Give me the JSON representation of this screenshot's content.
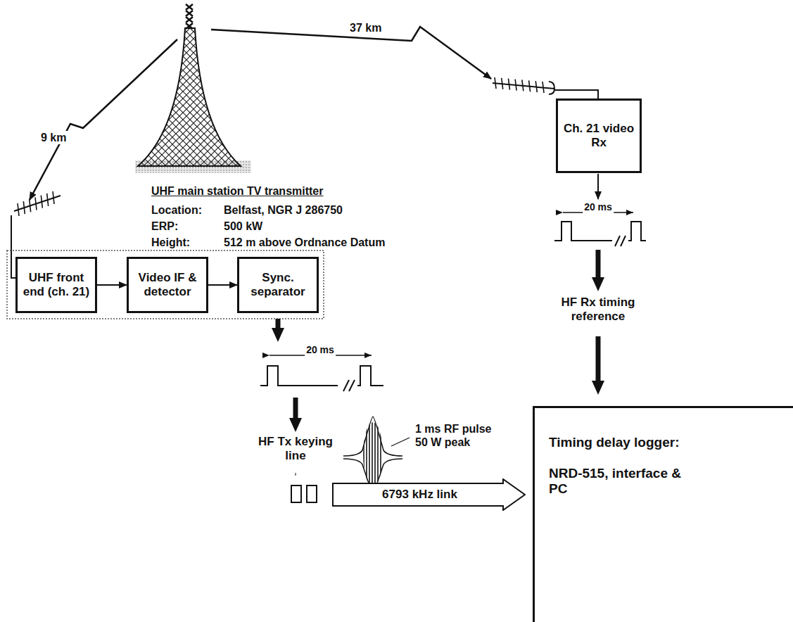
{
  "diagram": {
    "nodes": [
      {
        "text": [
          "UHF front end (ch. 21)"
        ]
      },
      {
        "text": [
          "Video IF & detector"
        ]
      },
      {
        "text": [
          "Sync. separator"
        ]
      },
      {
        "text": [
          "Ch. 21 video Rx"
        ]
      },
      {
        "text": [
          "Timing delay logger:",
          "NRD-515, interface & PC"
        ]
      },
      {
        "text": [
          "6793 kHz link"
        ]
      }
    ],
    "edges": [
      {
        "from": 0,
        "to": 1,
        "arrow": "to"
      },
      {
        "from": 1,
        "to": 2,
        "arrow": "to"
      }
    ],
    "labels": [
      "37 km",
      "9 km",
      "UHF main station TV transmitter",
      "Location:",
      "Belfast, NGR J 286750",
      "ERP:",
      "500 kW",
      "Height:",
      "512 m above Ordnance Datum",
      "20 ms",
      "HF Rx timing reference",
      "20 ms",
      "HF Tx keying line",
      "1 ms RF pulse 50 W peak"
    ]
  }
}
